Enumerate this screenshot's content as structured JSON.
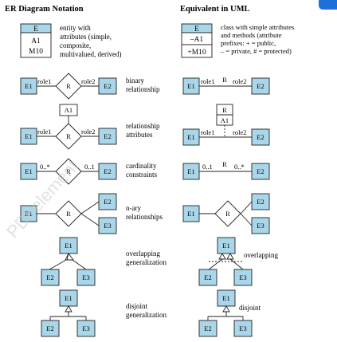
{
  "headers": {
    "left": "ER Diagram Notation",
    "right": "Equivalent in UML"
  },
  "er_entity": {
    "name": "E",
    "attr1": "A1",
    "attr2": "M10",
    "desc": [
      "entity with",
      "attributes (simple,",
      "composite,",
      "multivalued, derived)"
    ]
  },
  "uml_class": {
    "name": "E",
    "attr1": "–A1",
    "attr2": "+M10",
    "desc": [
      "class with simple attributes",
      "and methods (attribute",
      "prefixes: + = public,",
      "– = private, # = protected)"
    ]
  },
  "labels": {
    "e1": "E1",
    "e2": "E2",
    "e3": "E3",
    "r": "R",
    "a1": "A1",
    "role1": "role1",
    "role2": "role2",
    "card_left": "0..*",
    "card_right": "0..1",
    "uml_card_left": "0..1",
    "uml_card_right": "0..*",
    "overlapping": "overlapping",
    "disjoint": "disjoint"
  },
  "descriptions": {
    "binary": [
      "binary",
      "relationship"
    ],
    "attributes": [
      "relationship",
      "attributes"
    ],
    "cardinality": [
      "cardinality",
      "constraints"
    ],
    "nary": [
      "n-ary",
      "relationships"
    ],
    "overlapping": [
      "overlapping",
      "generalization"
    ],
    "disjoint": [
      "disjoint",
      "generalization"
    ]
  },
  "watermark": "PDFelement",
  "colors": {
    "entity_fill": "#a9d6e9",
    "line": "#222222",
    "corner_badge": "#1e6fd9"
  }
}
